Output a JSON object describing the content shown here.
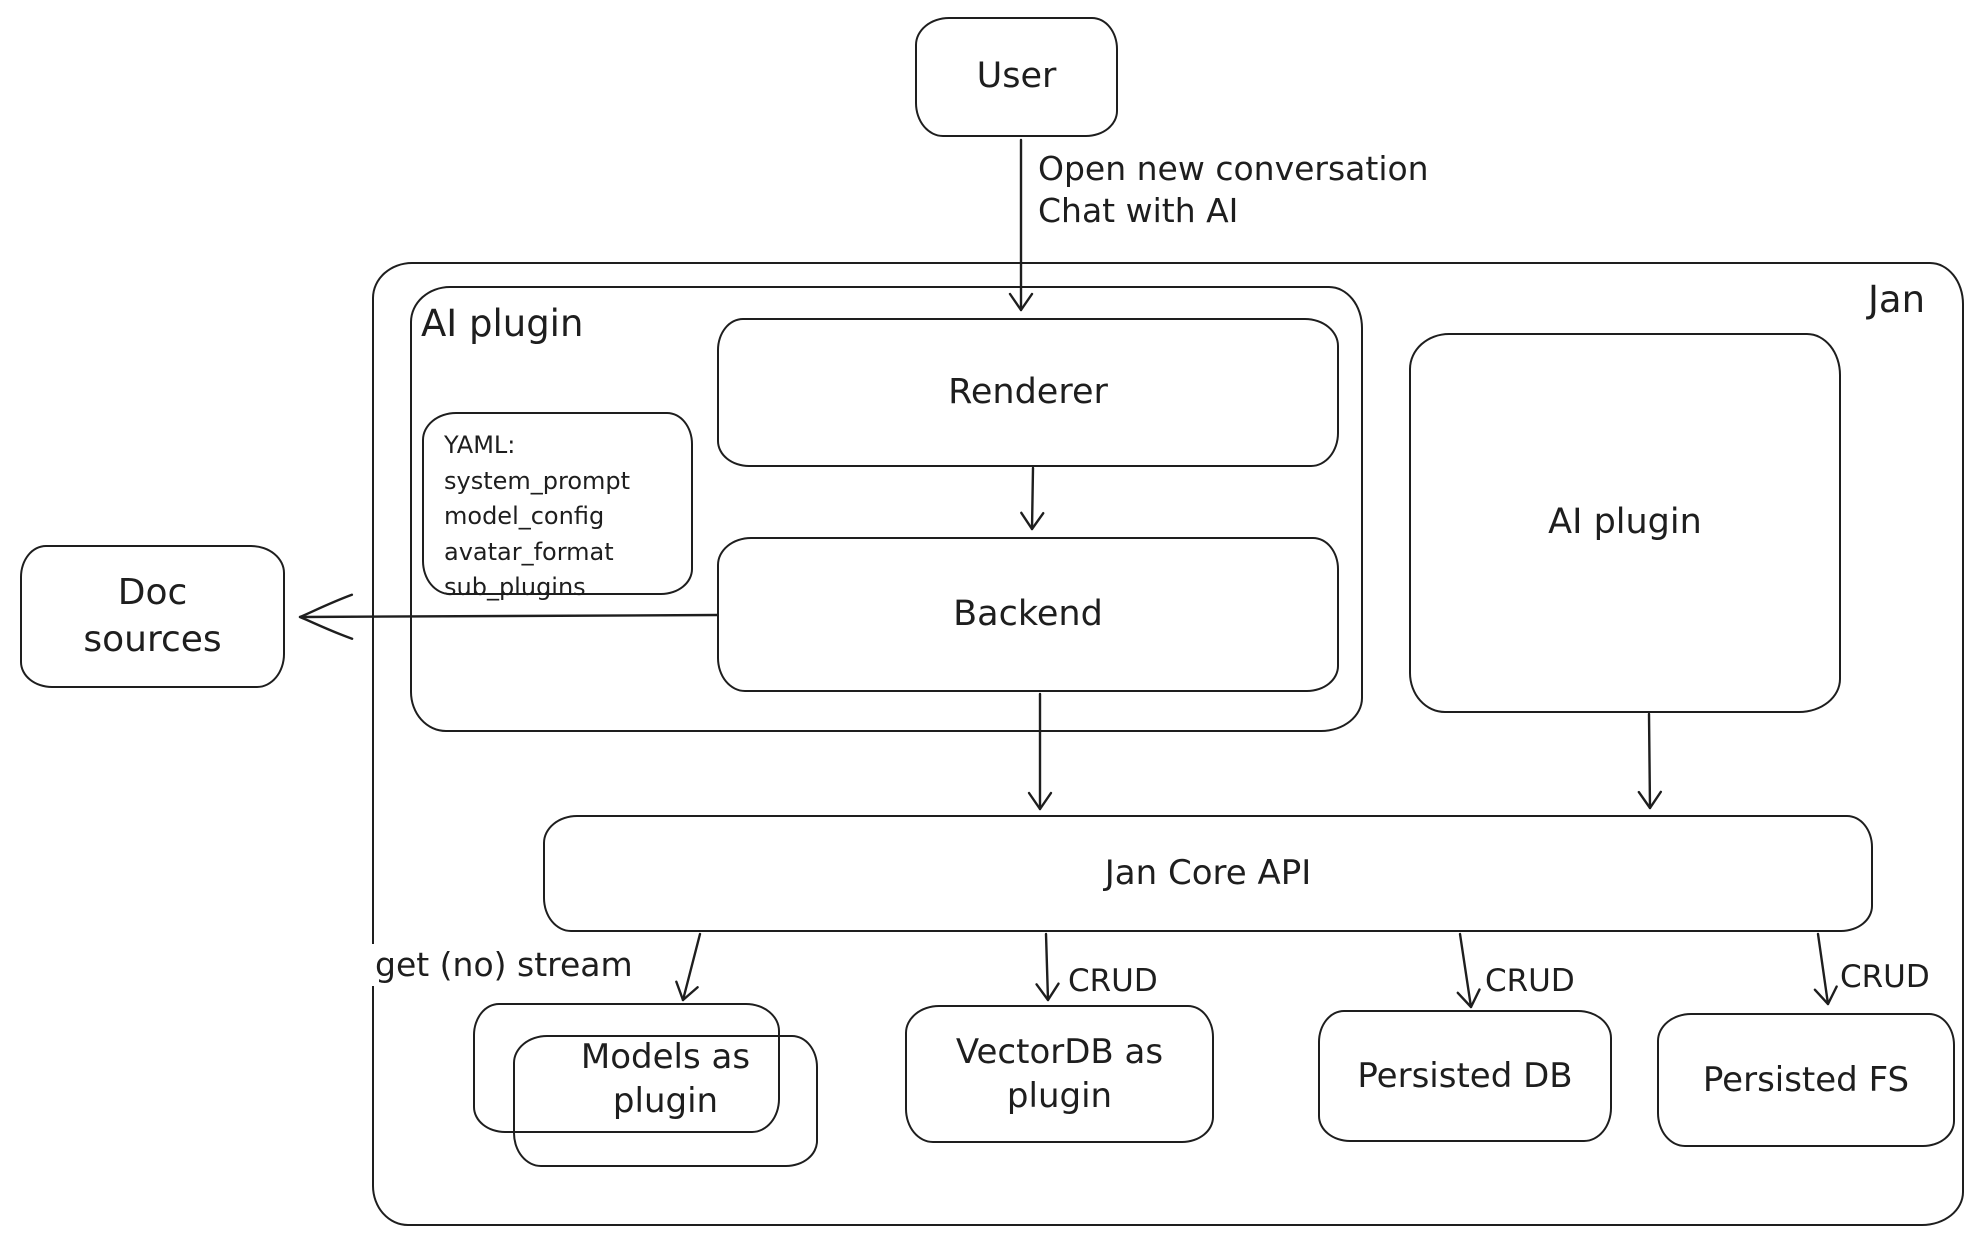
{
  "colors": {
    "ink": "#1e1e1e",
    "background": "#ffffff"
  },
  "nodes": {
    "user": {
      "label": "User"
    },
    "jan_container": {
      "label": "Jan"
    },
    "ai_plugin_container": {
      "label": "AI plugin"
    },
    "renderer": {
      "label": "Renderer"
    },
    "backend": {
      "label": "Backend"
    },
    "yaml_note": {
      "title": "YAML:",
      "lines": [
        "system_prompt",
        "model_config",
        "avatar_format",
        "sub_plugins"
      ]
    },
    "ai_plugin_box": {
      "label": "AI plugin"
    },
    "doc_sources": {
      "label": "Doc sources"
    },
    "jan_core_api": {
      "label": "Jan Core API"
    },
    "models_as_plugin": {
      "label": "Models as plugin"
    },
    "vectordb_as_plugin": {
      "label": "VectorDB as plugin"
    },
    "persisted_db": {
      "label": "Persisted DB"
    },
    "persisted_fs": {
      "label": "Persisted FS"
    }
  },
  "edge_labels": {
    "user_to_renderer_line1": "Open new conversation",
    "user_to_renderer_line2": "Chat with AI",
    "api_to_models": "get (no) stream",
    "api_to_vectordb": "CRUD",
    "api_to_persisted_db": "CRUD",
    "api_to_persisted_fs": "CRUD"
  }
}
